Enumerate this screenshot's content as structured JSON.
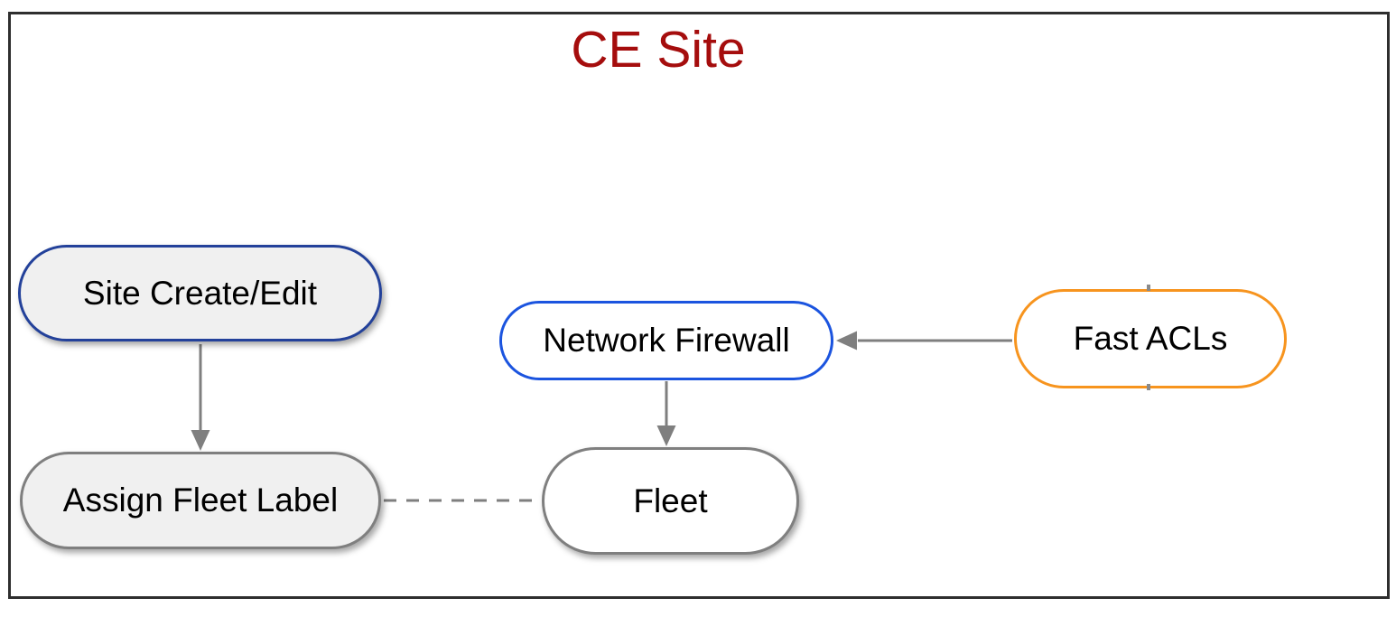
{
  "title": {
    "text": "CE Site",
    "color": "#a50d0d"
  },
  "frame": {
    "border_color": "#2e2e2e"
  },
  "nodes": [
    {
      "id": "site-create-edit",
      "label": "Site Create/Edit",
      "border_color": "#23419a",
      "fill_color": "#f0f0f0",
      "shadow": true
    },
    {
      "id": "assign-fleet-label",
      "label": "Assign Fleet Label",
      "border_color": "#7f7f7f",
      "fill_color": "#f0f0f0",
      "shadow": true
    },
    {
      "id": "network-firewall",
      "label": "Network Firewall",
      "border_color": "#1b54df",
      "fill_color": "#ffffff",
      "shadow": false
    },
    {
      "id": "fast-acls",
      "label": "Fast ACLs",
      "border_color": "#f7941e",
      "fill_color": "#ffffff",
      "shadow": false
    },
    {
      "id": "fleet",
      "label": "Fleet",
      "border_color": "#7f7f7f",
      "fill_color": "#ffffff",
      "shadow": true
    }
  ],
  "edges": [
    {
      "from": "site-create-edit",
      "to": "assign-fleet-label",
      "type": "solid-arrow",
      "direction": "down"
    },
    {
      "from": "network-firewall",
      "to": "fleet",
      "type": "solid-arrow",
      "direction": "down"
    },
    {
      "from": "fast-acls",
      "to": "network-firewall",
      "type": "solid-arrow",
      "direction": "left"
    },
    {
      "from": "assign-fleet-label",
      "to": "fleet",
      "type": "dashed-line",
      "direction": "right"
    }
  ],
  "edge_color": "#7f7f7f"
}
